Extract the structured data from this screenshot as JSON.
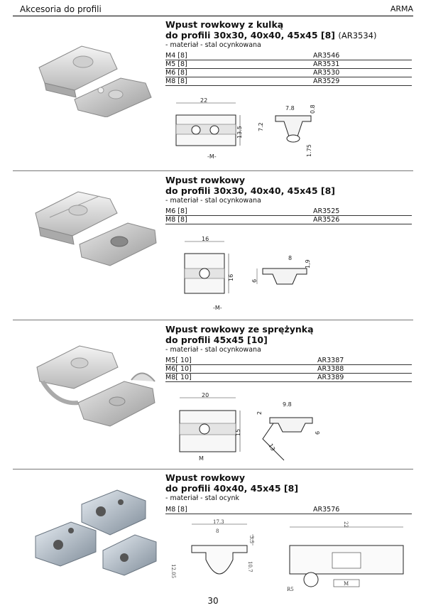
{
  "header": {
    "left": "Akcesoria do profili",
    "right": "ARMA"
  },
  "sections": [
    {
      "title1": "Wpust rowkowy z kulką",
      "title2": "do profili 30x30, 40x40, 45x45 [8]",
      "code": "(AR3534)",
      "material": "- materiał - stal ocynkowana",
      "rows": [
        {
          "size": "M4 [8]",
          "code": "AR3546"
        },
        {
          "size": "M5 [8]",
          "code": "AR3531"
        },
        {
          "size": "M6 [8]",
          "code": "AR3530"
        },
        {
          "size": "M8 [8]",
          "code": "AR3529"
        }
      ],
      "dims": {
        "w": "22",
        "h": "13.5",
        "top": "7.8",
        "lip": "0.8",
        "depth": "7.2",
        "ball": "1.75",
        "m": "-M-"
      }
    },
    {
      "title1": "Wpust rowkowy",
      "title2": "do profili 30x30, 40x40, 45x45 [8]",
      "material": "- materiał - stal ocynkowana",
      "rows": [
        {
          "size": "M6 [8]",
          "code": "AR3525"
        },
        {
          "size": "M8 [8]",
          "code": "AR3526"
        }
      ],
      "dims": {
        "w": "16",
        "h": "16",
        "top": "8",
        "lip": "1,9",
        "depth": "6",
        "m": "-M-"
      }
    },
    {
      "title1": "Wpust rowkowy ze sprężynką",
      "title2": "do profili 45x45 [10]",
      "material": "- materiał - stal ocynkowana",
      "rows": [
        {
          "size": "M5[ 10]",
          "code": "AR3387"
        },
        {
          "size": "M6[ 10]",
          "code": "AR3388"
        },
        {
          "size": "M8[ 10]",
          "code": "AR3389"
        }
      ],
      "dims": {
        "w": "20",
        "h": "15",
        "top": "9.8",
        "lip": "2",
        "depth": "6",
        "spring": "13",
        "m": "M"
      }
    },
    {
      "title1": "Wpust rowkowy",
      "title2": "do profili 40x40, 45x45 [8]",
      "material": "- materiał - stal ocynk",
      "rows": [
        {
          "size": "M8 [8]",
          "code": "AR3576"
        }
      ],
      "dims": {
        "top": "17.3",
        "neck": "8",
        "lip": "3.5",
        "h1": "12.05",
        "h2": "10.7",
        "len": "22",
        "dia": "R5",
        "m": "M"
      }
    }
  ],
  "page_number": "30"
}
